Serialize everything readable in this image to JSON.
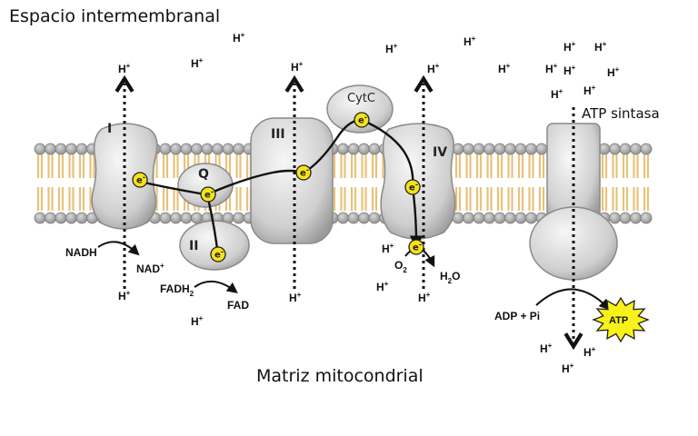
{
  "labels": {
    "intermembrane_space": "Espacio intermembranal",
    "matrix": "Matriz mitocondrial",
    "atp_synthase": "ATP sintasa"
  },
  "complexes": {
    "c1": "I",
    "c2": "II",
    "c3": "III",
    "c4": "IV",
    "q": "Q",
    "cytc": "CytC"
  },
  "electron": {
    "letter": "e",
    "charge": "-"
  },
  "proton": {
    "symbol": "H",
    "charge": "+"
  },
  "molecules": {
    "nadh": "NADH",
    "nad_plus": "NAD",
    "fadh2": "FADH",
    "fadh2_sub": "2",
    "fad": "FAD",
    "o2": "O",
    "o2_sub": "2",
    "h2o_h": "H",
    "h2o_sub": "2",
    "h2o_o": "O",
    "adp_pi": "ADP + Pi",
    "atp": "ATP"
  },
  "colors": {
    "protein": "#d6d6d6",
    "lipid_head": "#a9a9a9",
    "lipid_tail": "#e8c27a",
    "electron": "#f5e21b",
    "atp_star": "#f8f21a"
  }
}
